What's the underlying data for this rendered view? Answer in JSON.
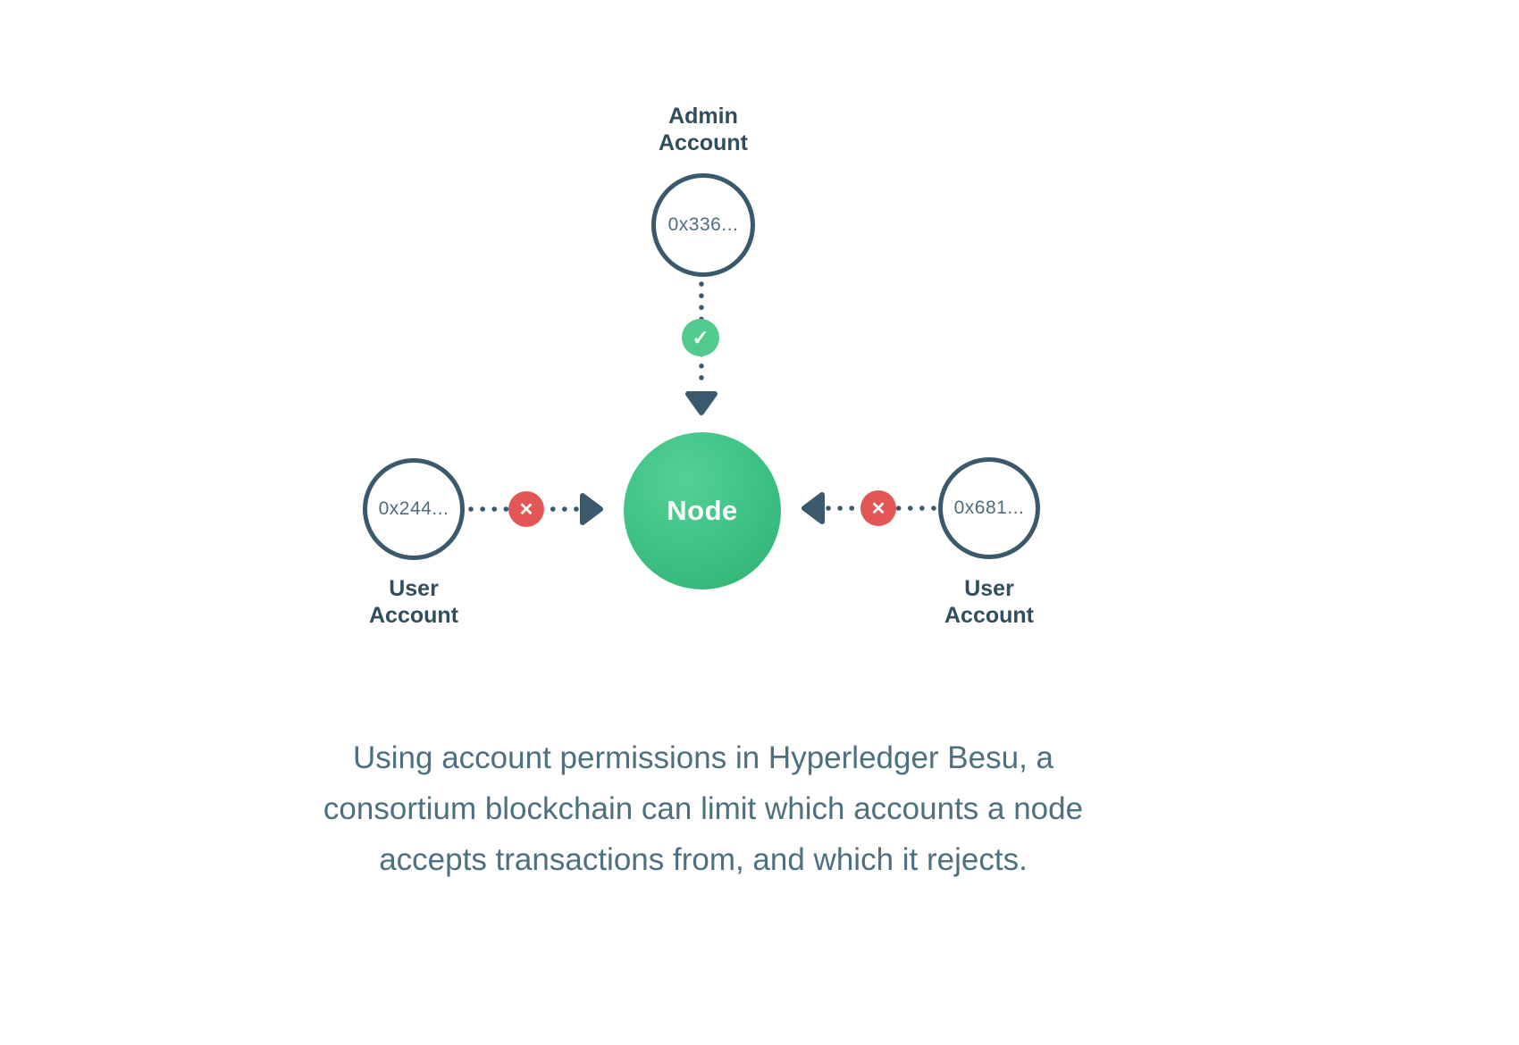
{
  "diagram": {
    "admin_account": {
      "title": "Admin\nAccount",
      "address": "0x336..."
    },
    "node": {
      "label": "Node"
    },
    "user_account_left": {
      "title": "User\nAccount",
      "address": "0x244..."
    },
    "user_account_right": {
      "title": "User\nAccount",
      "address": "0x681..."
    },
    "icons": {
      "check": "✓",
      "cross_left": "✕",
      "cross_right": "✕"
    }
  },
  "caption": "Using account permissions in Hyperledger Besu, a\nconsortium blockchain can limit which accounts a node\naccepts transactions from, and which it rejects.",
  "colors": {
    "outline_dark_slate": "#3a596c",
    "node_green": "#3cc183",
    "check_green": "#50ca8d",
    "cross_red": "#e25656",
    "caption_slate": "#4d7080",
    "title_dark": "#2f4f5e",
    "address_slate": "#4e6d7c",
    "background": "#ffffff"
  }
}
